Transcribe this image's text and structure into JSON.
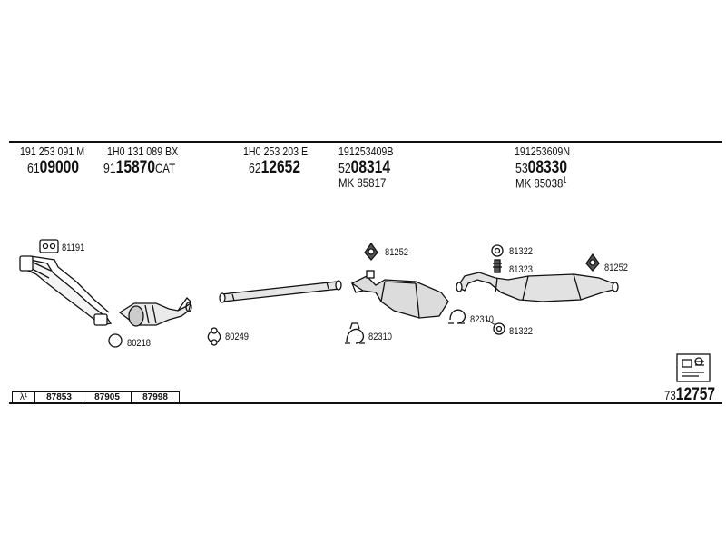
{
  "header_refs": [
    {
      "oe": "191 253 091 M",
      "prefix": "61",
      "main": "09000",
      "suffix": ""
    },
    {
      "oe": "1H0 131 089 BX",
      "prefix": "91",
      "main": "15870",
      "suffix": "CAT"
    },
    {
      "oe": "1H0 253 203 E",
      "prefix": "62",
      "main": "12652",
      "suffix": ""
    },
    {
      "oe": "191253409B",
      "prefix": "52",
      "main": "08314",
      "suffix": "",
      "mk": "MK  85817",
      "mk_sup": ""
    },
    {
      "oe": "191253609N",
      "prefix": "53",
      "main": "08330",
      "suffix": "",
      "mk": "MK  85038",
      "mk_sup": "1"
    }
  ],
  "parts": {
    "p81191": "81191",
    "p80218": "80218",
    "p80249": "80249",
    "p81252a": "81252",
    "p82310a": "82310",
    "p82310b": "82310",
    "p81322a": "81322",
    "p81323": "81323",
    "p81322b": "81322",
    "p81252b": "81252"
  },
  "footer": {
    "lambda": "λ¹",
    "cells": [
      "87853",
      "87905",
      "87998"
    ]
  },
  "diagram_number": {
    "prefix": "73",
    "main": "12757"
  }
}
